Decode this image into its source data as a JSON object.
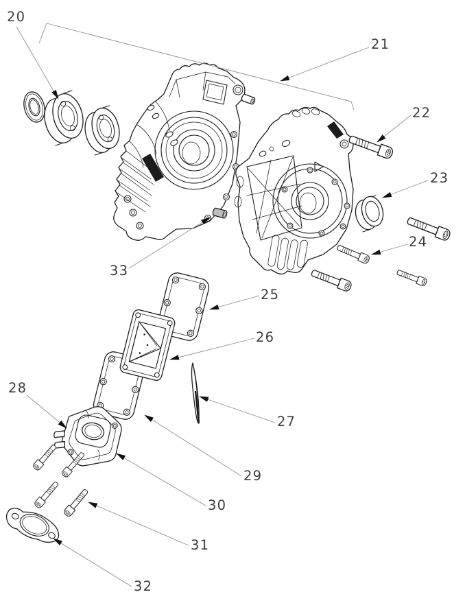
{
  "diagram": {
    "type": "exploded-parts-diagram",
    "subject": "two-stroke-engine-crankcase-assembly",
    "background": "#ffffff"
  },
  "colors": {
    "line": "#1c1c1c",
    "label": "#3d3d3d",
    "leader": "#8f8f8f",
    "arrow": "#111111",
    "paper": "#ffffff",
    "pin_shade": "#bdbdbd"
  },
  "callouts": [
    {
      "id": "20",
      "text": "20",
      "part": "bearing-and-seal-set"
    },
    {
      "id": "21",
      "text": "21",
      "part": "crankcase-halves"
    },
    {
      "id": "22",
      "text": "22",
      "part": "socket-head-bolt"
    },
    {
      "id": "23",
      "text": "23",
      "part": "oil-seal"
    },
    {
      "id": "24",
      "text": "24",
      "part": "socket-head-bolts"
    },
    {
      "id": "25",
      "text": "25",
      "part": "reed-valve-outer-gasket"
    },
    {
      "id": "26",
      "text": "26",
      "part": "reed-valve-block"
    },
    {
      "id": "27",
      "text": "27",
      "part": "reed-petal"
    },
    {
      "id": "28",
      "text": "28",
      "part": "intake-manifold"
    },
    {
      "id": "29",
      "text": "29",
      "part": "reed-valve-inner-gasket"
    },
    {
      "id": "30",
      "text": "30",
      "part": "intake-manifold-body"
    },
    {
      "id": "31",
      "text": "31",
      "part": "manifold-bolts"
    },
    {
      "id": "32",
      "text": "32",
      "part": "intake-flange-gasket"
    },
    {
      "id": "33",
      "text": "33",
      "part": "dowel-pin"
    }
  ]
}
